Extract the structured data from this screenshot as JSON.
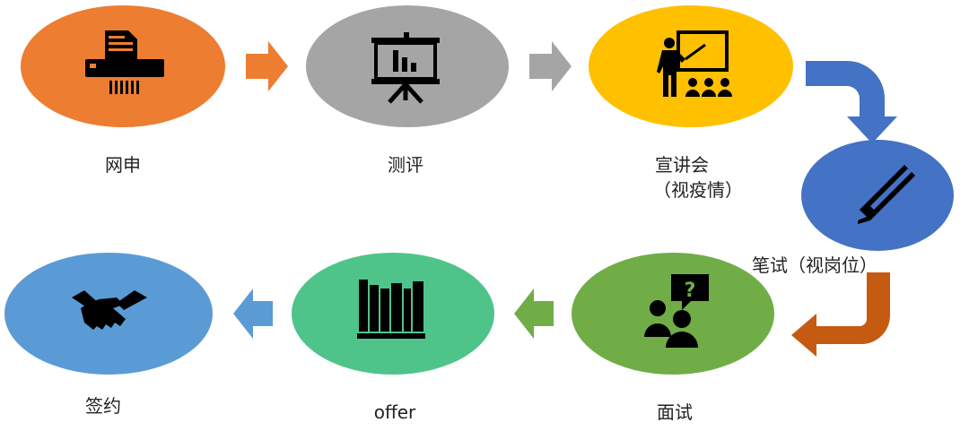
{
  "steps": [
    {
      "label": "网申",
      "icon": "shredder-icon",
      "color": "#ED7D31"
    },
    {
      "label": "测评",
      "icon": "presentation-board-icon",
      "color": "#A5A5A5"
    },
    {
      "label": "宣讲会",
      "sublabel": "（视疫情）",
      "icon": "teacher-audience-icon",
      "color": "#FFC000"
    },
    {
      "label": "笔试（视岗位）",
      "icon": "pencil-icon",
      "color": "#4472C4"
    },
    {
      "label": "面试",
      "icon": "interview-question-icon",
      "color": "#70AD47"
    },
    {
      "label": "offer",
      "icon": "books-icon",
      "color": "#4FC48A"
    },
    {
      "label": "签约",
      "icon": "handshake-icon",
      "color": "#5B9BD5"
    }
  ],
  "arrows": [
    {
      "from": "网申",
      "to": "测评",
      "color": "#ED7D31"
    },
    {
      "from": "测评",
      "to": "宣讲会",
      "color": "#A5A5A5"
    },
    {
      "from": "宣讲会",
      "to": "笔试（视岗位）",
      "color": "#4472C4"
    },
    {
      "from": "笔试（视岗位）",
      "to": "面试",
      "color": "#C55A11"
    },
    {
      "from": "面试",
      "to": "offer",
      "color": "#70AD47"
    },
    {
      "from": "offer",
      "to": "签约",
      "color": "#5B9BD5"
    }
  ]
}
